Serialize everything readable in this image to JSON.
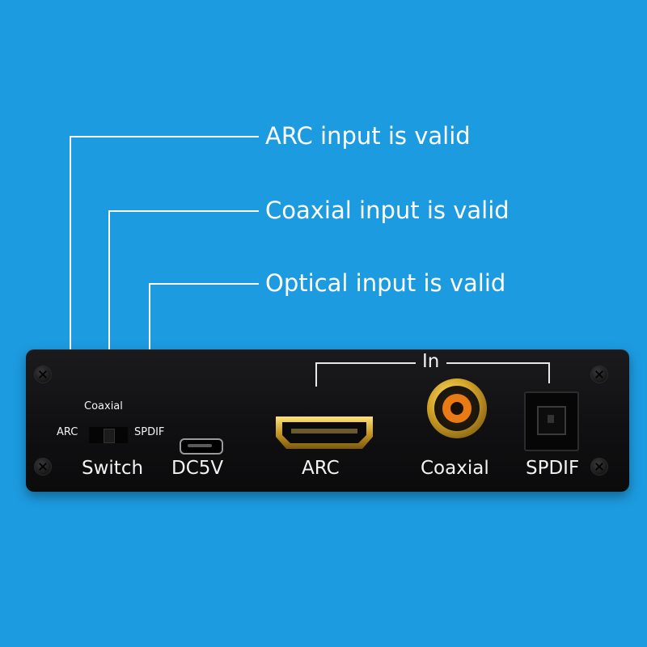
{
  "callouts": [
    {
      "text": "ARC input is valid"
    },
    {
      "text": "Coaxial input is valid"
    },
    {
      "text": "Optical input is valid"
    }
  ],
  "panel": {
    "switch_positions": {
      "left": "ARC",
      "middle": "Coaxial",
      "right": "SPDIF"
    },
    "labels": {
      "switch": "Switch",
      "power": "DC5V",
      "arc": "ARC",
      "coaxial": "Coaxial",
      "spdif": "SPDIF",
      "input_group": "In"
    }
  },
  "colors": {
    "background": "#1d9be0",
    "panel": "#111113",
    "rca_insulator": "#e97a14",
    "gold": "#d6a72a"
  },
  "icons": [
    "screw-icon",
    "usb-port-icon",
    "hdmi-port-icon",
    "rca-jack-icon",
    "optical-port-icon",
    "slide-switch-icon"
  ]
}
